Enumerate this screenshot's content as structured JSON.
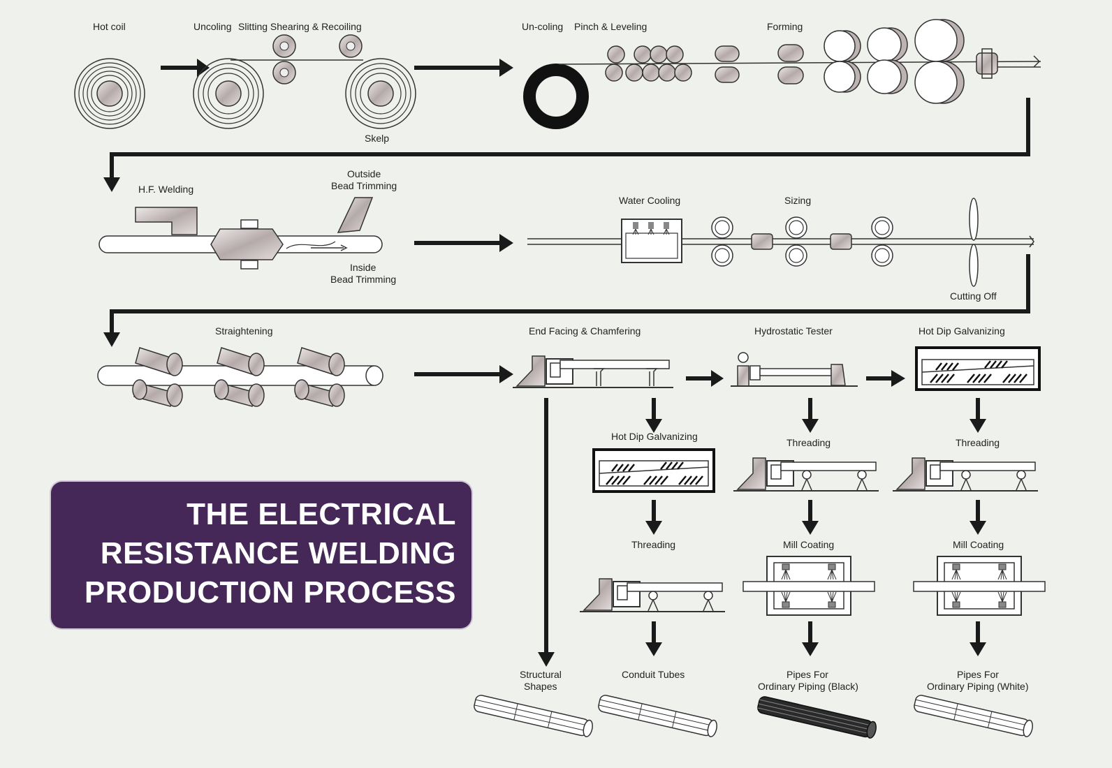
{
  "title": {
    "line1": "THE ELECTRICAL",
    "line2": "RESISTANCE WELDING",
    "line3": "PRODUCTION PROCESS"
  },
  "labels": {
    "hot_coil": "Hot coil",
    "uncoiling": "Uncoling",
    "slitting": "Slitting Shearing & Recoiling",
    "skelp": "Skelp",
    "un_coiling": "Un-coling",
    "pinch_leveling": "Pinch & Leveling",
    "forming": "Forming",
    "hf_welding": "H.F. Welding",
    "outside_bead_1": "Outside",
    "outside_bead_2": "Bead Trimming",
    "inside_bead_1": "Inside",
    "inside_bead_2": "Bead Trimming",
    "water_cooling": "Water Cooling",
    "sizing": "Sizing",
    "cutting_off": "Cutting Off",
    "straightening": "Straightening",
    "end_facing": "End Facing & Chamfering",
    "hydrostatic": "Hydrostatic Tester",
    "hot_dip_top": "Hot Dip Galvanizing",
    "hot_dip_mid": "Hot Dip Galvanizing",
    "threading_a": "Threading",
    "threading_b": "Threading",
    "threading_c": "Threading",
    "mill_coating_a": "Mill Coating",
    "mill_coating_b": "Mill Coating",
    "structural_1": "Structural",
    "structural_2": "Shapes",
    "conduit": "Conduit Tubes",
    "black_1": "Pipes For",
    "black_2": "Ordinary Piping (Black)",
    "white_1": "Pipes For",
    "white_2": "Ordinary Piping (White)"
  },
  "colors": {
    "background": "#eef1ec",
    "title_box": "#452858",
    "title_text": "#ffffff",
    "line": "#1a1a1a",
    "metal": "#cdc4c4"
  }
}
